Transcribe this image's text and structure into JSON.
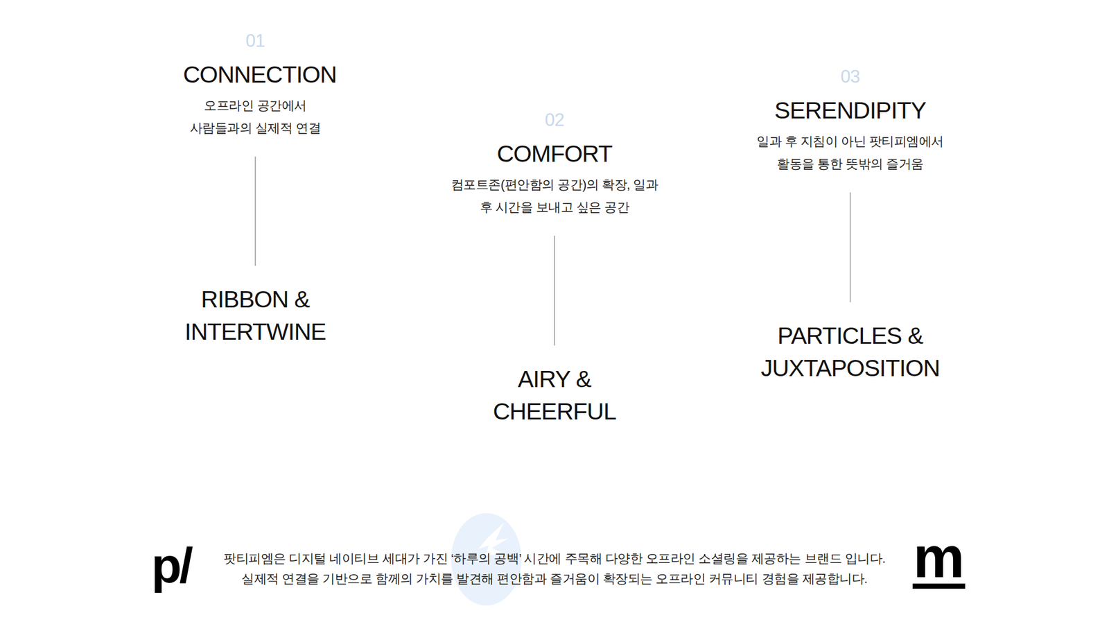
{
  "diagram": {
    "nodes": [
      {
        "text": [
          "01",
          "CONNECTION",
          "오프라인 공간에서 사람들과의 실제적 연결"
        ]
      },
      {
        "text": [
          "RIBBON & INTERTWINE"
        ]
      },
      {
        "text": [
          "02",
          "COMFORT",
          "컴포트존(편안함의 공간)의 확장, 일과 후 시간을 보내고 싶은 공간"
        ]
      },
      {
        "text": [
          "AIRY & CHEERFUL"
        ]
      },
      {
        "text": [
          "03",
          "SERENDIPITY",
          "일과 후 지침이 아닌 팟티피엠에서 활동을 통한 뜻밖의 즐거움"
        ]
      },
      {
        "text": [
          "PARTICLES & JUXTAPOSITION"
        ]
      }
    ],
    "edges": [
      {
        "from": 0,
        "to": 1,
        "arrow": "none"
      },
      {
        "from": 2,
        "to": 3,
        "arrow": "none"
      },
      {
        "from": 4,
        "to": 5,
        "arrow": "none"
      }
    ],
    "labels": [
      "p/",
      "팟티피엠은 디지털 네이티브 세대가 가진 ‘하루의 공백’ 시간에 주목해 다양한 오프라인 소셜링을 제공하는 브랜드 입니다. 실제적 연결을 기반으로 함께의 가치를 발견해 편안함과 즐거움이 확장되는 오프라인 커뮤니티 경험을 제공합니다.",
      "m"
    ]
  }
}
